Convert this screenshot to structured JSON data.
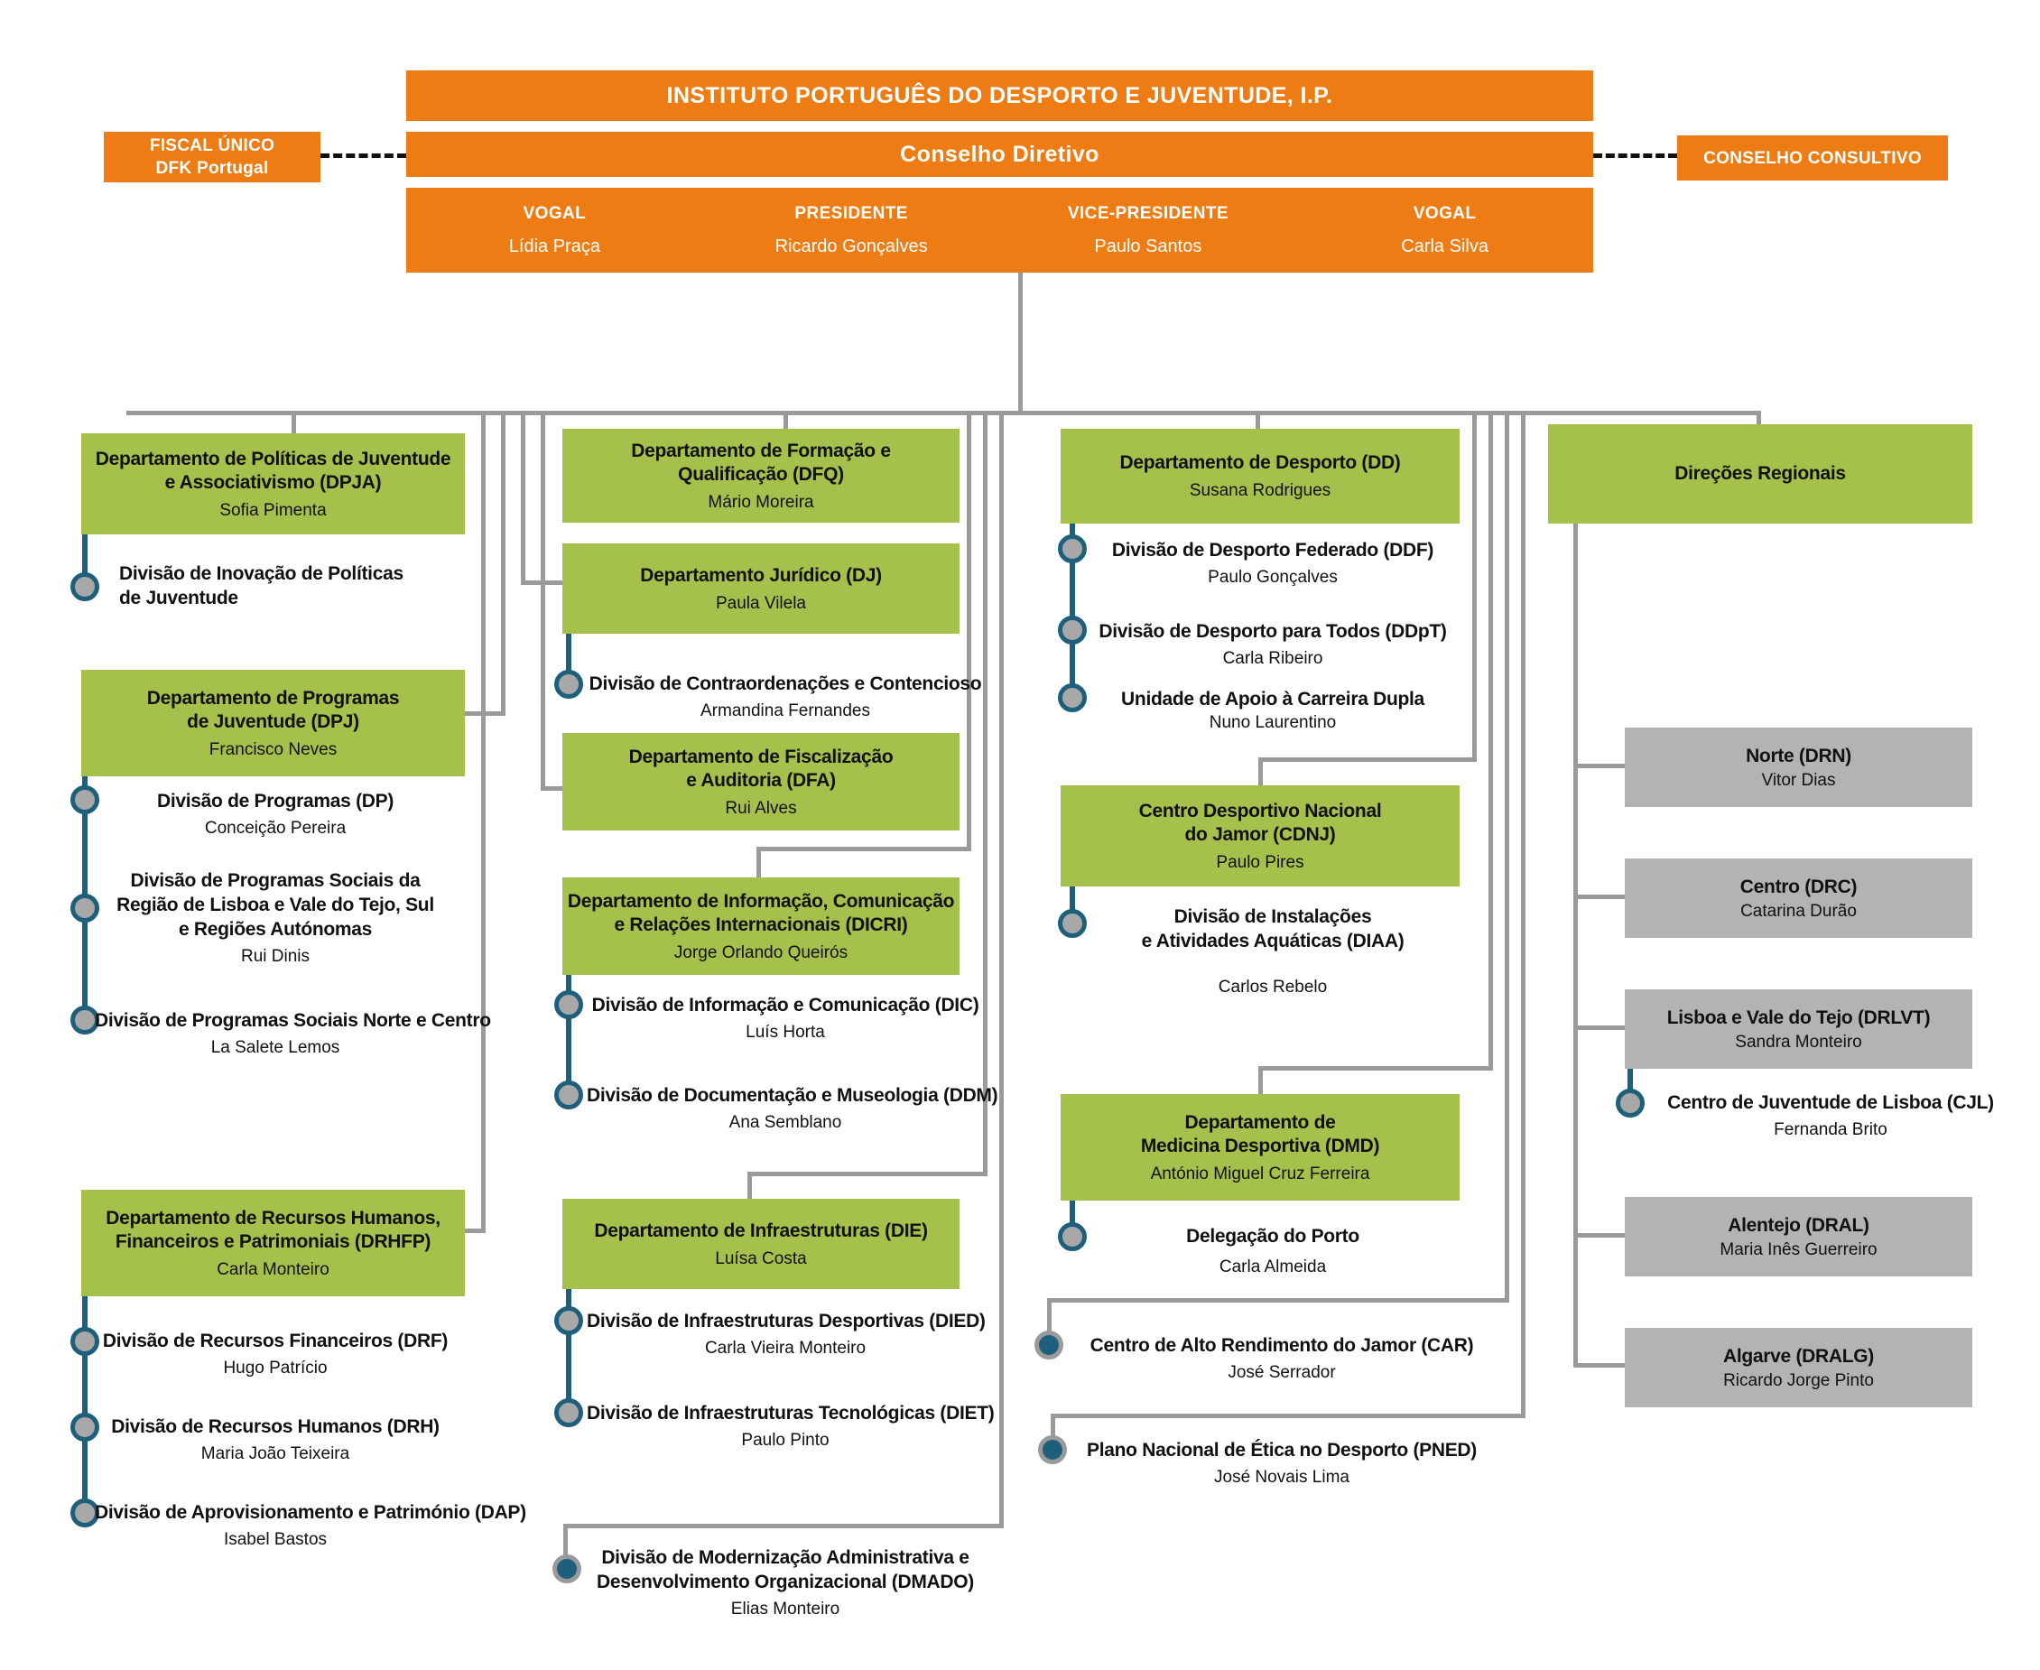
{
  "colors": {
    "orange": "#EE7C15",
    "green": "#A5C04B",
    "gray_box": "#B3B3B3",
    "line_gray": "#9A9A9A",
    "teal": "#1E5F7C"
  },
  "header": {
    "institute": "INSTITUTO PORTUGUÊS DO DESPORTO E JUVENTUDE, I.P.",
    "board": "Conselho Diretivo",
    "fiscal": "FISCAL ÚNICO\nDFK Portugal",
    "consultivo": "CONSELHO CONSULTIVO",
    "members": [
      {
        "role": "VOGAL",
        "name": "Lídia Praça"
      },
      {
        "role": "PRESIDENTE",
        "name": "Ricardo Gonçalves"
      },
      {
        "role": "VICE-PRESIDENTE",
        "name": "Paulo Santos"
      },
      {
        "role": "VOGAL",
        "name": "Carla Silva"
      }
    ]
  },
  "nodes": {
    "dpja": {
      "title": "Departamento de Políticas de Juventude\ne Associativismo (DPJA)",
      "head": "Sofia Pimenta"
    },
    "div_ipj": {
      "label": "Divisão de Inovação de Políticas\nde Juventude",
      "head": ""
    },
    "dpj": {
      "title": "Departamento de Programas\nde Juventude (DPJ)",
      "head": "Francisco Neves"
    },
    "div_dp": {
      "label": "Divisão de Programas (DP)",
      "head": "Conceição Pereira"
    },
    "div_dps_lvt": {
      "label": "Divisão de Programas Sociais da\nRegião de Lisboa e Vale do Tejo, Sul\ne Regiões Autónomas",
      "head": "Rui Dinis"
    },
    "div_dps_nc": {
      "label": "Divisão de Programas Sociais Norte e Centro",
      "head": "La Salete Lemos"
    },
    "drhfp": {
      "title": "Departamento de Recursos Humanos,\nFinanceiros e Patrimoniais (DRHFP)",
      "head": "Carla Monteiro"
    },
    "div_drf": {
      "label": "Divisão de Recursos Financeiros (DRF)",
      "head": "Hugo Patrício"
    },
    "div_drh": {
      "label": "Divisão de Recursos Humanos (DRH)",
      "head": "Maria João Teixeira"
    },
    "div_dap": {
      "label": "Divisão de Aprovisionamento e Património (DAP)",
      "head": "Isabel Bastos"
    },
    "dfq": {
      "title": "Departamento de Formação e\nQualificação (DFQ)",
      "head": "Mário Moreira"
    },
    "dj": {
      "title": "Departamento Jurídico (DJ)",
      "head": "Paula Vilela"
    },
    "div_dcc": {
      "label": "Divisão de Contraordenações e Contencioso",
      "head": "Armandina Fernandes"
    },
    "dfa": {
      "title": "Departamento de Fiscalização\ne Auditoria (DFA)",
      "head": "Rui Alves"
    },
    "dicri": {
      "title": "Departamento de Informação, Comunicação\ne Relações Internacionais (DICRI)",
      "head": "Jorge Orlando Queirós"
    },
    "div_dic": {
      "label": "Divisão de Informação e Comunicação (DIC)",
      "head": "Luís Horta"
    },
    "div_ddm": {
      "label": "Divisão de Documentação e Museologia (DDM)",
      "head": "Ana Semblano"
    },
    "die": {
      "title": "Departamento de Infraestruturas (DIE)",
      "head": "Luísa Costa"
    },
    "div_died": {
      "label": "Divisão de Infraestruturas Desportivas (DIED)",
      "head": "Carla Vieira Monteiro"
    },
    "div_diet": {
      "label": "Divisão de Infraestruturas Tecnológicas (DIET)",
      "head": "Paulo Pinto"
    },
    "div_dmado": {
      "label": "Divisão de Modernização Administrativa e\nDesenvolvimento Organizacional (DMADO)",
      "head": "Elias Monteiro"
    },
    "dd": {
      "title": "Departamento de Desporto (DD)",
      "head": "Susana Rodrigues"
    },
    "div_ddf": {
      "label": "Divisão de Desporto Federado (DDF)",
      "head": "Paulo Gonçalves"
    },
    "div_ddpt": {
      "label": "Divisão de Desporto para Todos (DDpT)",
      "head": "Carla Ribeiro"
    },
    "div_uacd": {
      "label": "Unidade de Apoio à Carreira Dupla",
      "head": "Nuno Laurentino"
    },
    "cdnj": {
      "title": "Centro Desportivo Nacional\ndo Jamor (CDNJ)",
      "head": "Paulo Pires"
    },
    "div_diaa": {
      "label": "Divisão de Instalações\ne Atividades Aquáticas (DIAA)",
      "head": "Carlos Rebelo"
    },
    "dmd": {
      "title": "Departamento de\nMedicina Desportiva (DMD)",
      "head": "António Miguel Cruz Ferreira"
    },
    "div_porto": {
      "label": "Delegação do Porto",
      "head": "Carla Almeida"
    },
    "car": {
      "label": "Centro de Alto Rendimento do Jamor (CAR)",
      "head": "José Serrador"
    },
    "pned": {
      "label": "Plano Nacional de Ética no Desporto (PNED)",
      "head": "José Novais Lima"
    },
    "dr": {
      "title": "Direções Regionais"
    },
    "drn": {
      "title": "Norte (DRN)",
      "head": "Vitor Dias"
    },
    "drc": {
      "title": "Centro (DRC)",
      "head": "Catarina Durão"
    },
    "drlvt": {
      "title": "Lisboa e Vale do Tejo (DRLVT)",
      "head": "Sandra Monteiro"
    },
    "cjl": {
      "label": "Centro de Juventude de Lisboa (CJL)",
      "head": "Fernanda Brito"
    },
    "dral": {
      "title": "Alentejo (DRAL)",
      "head": "Maria Inês Guerreiro"
    },
    "dralg": {
      "title": "Algarve (DRALG)",
      "head": "Ricardo Jorge Pinto"
    }
  }
}
